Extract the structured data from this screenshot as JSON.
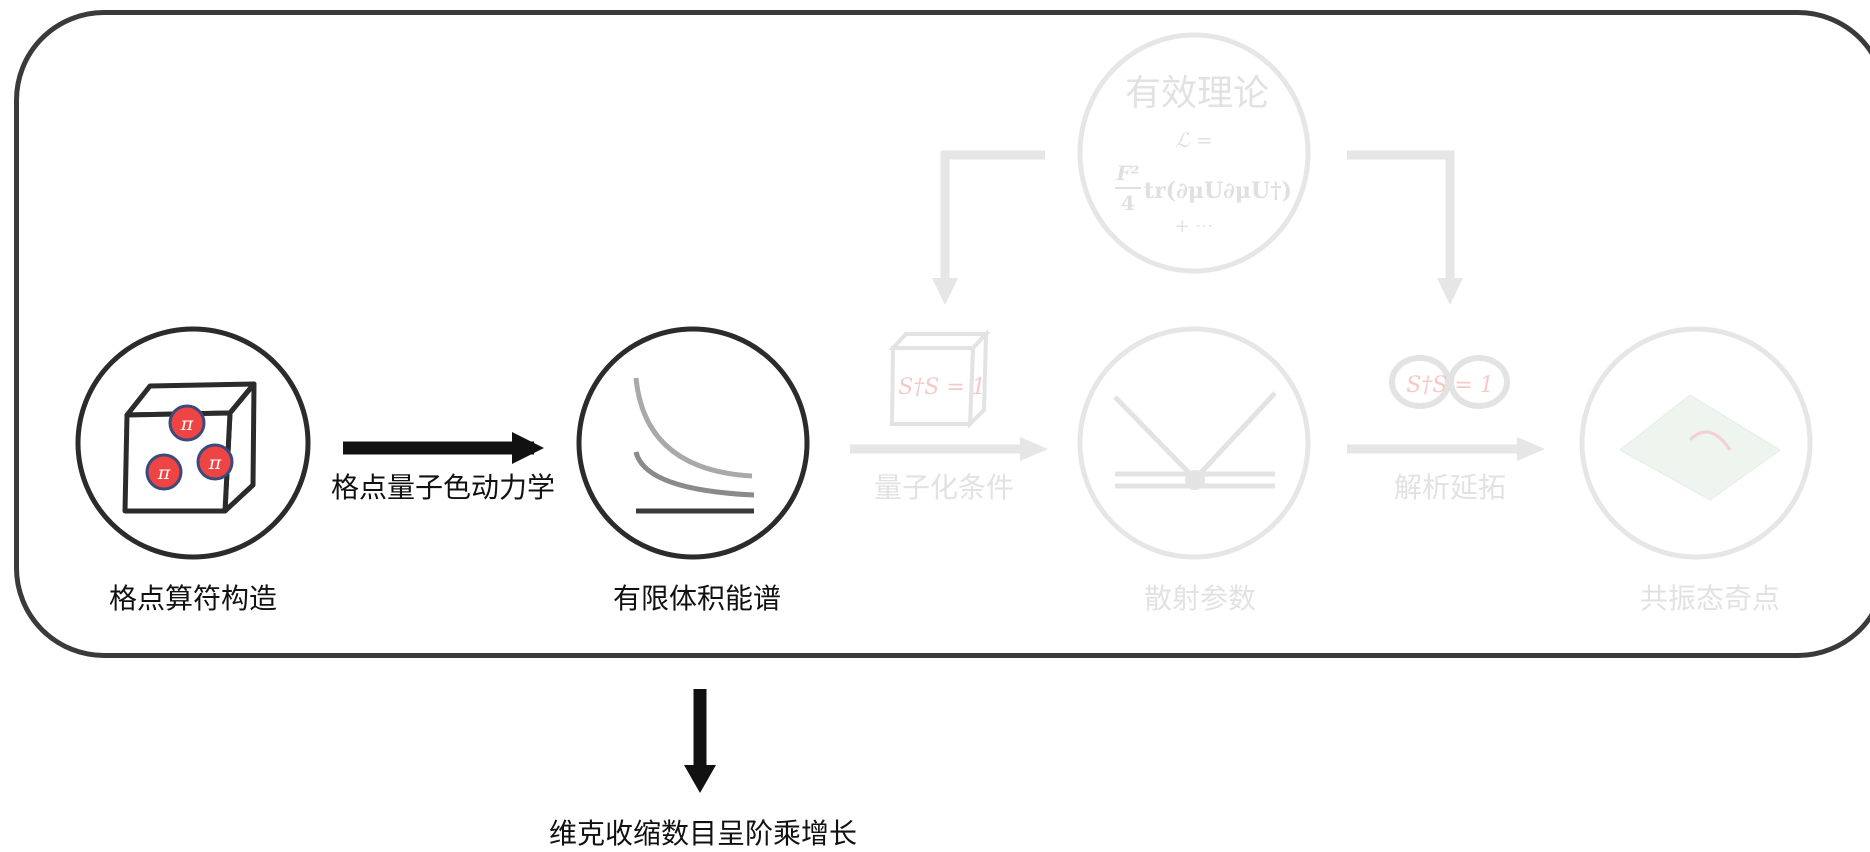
{
  "stages": [
    {
      "id": "lattice",
      "label": "格点算符构造",
      "icon": "lattice-cube-with-pions-icon",
      "faded": false
    },
    {
      "id": "spectrum",
      "label": "有限体积能谱",
      "icon": "energy-levels-icon",
      "faded": false
    },
    {
      "id": "scattering",
      "label": "散射参数",
      "icon": "scattering-vertex-icon",
      "faded": true
    },
    {
      "id": "resonance",
      "label": "共振态奇点",
      "icon": "riemann-surface-icon",
      "faded": true
    }
  ],
  "transitions": {
    "lqcd": "格点量子色动力学",
    "quantization": "量子化条件",
    "continuation": "解析延拓"
  },
  "eft": {
    "title": "有效理论",
    "formula_lhs": "ℒ =",
    "formula_frac_num": "F²",
    "formula_frac_den": "4",
    "formula_trace": "tr(∂μU∂μU†)",
    "formula_tail": "+ ⋯"
  },
  "pion_symbol": "π",
  "unitarity": "S†S = 1",
  "footnote": "维克收缩数目呈阶乘增长",
  "colors": {
    "ink": "#2b2b2b",
    "faded": "#e3e3e3",
    "pion_fill": "#ee4444",
    "pion_stroke": "#3b4a7a",
    "unitarity_faded": "#f6c9c9"
  }
}
